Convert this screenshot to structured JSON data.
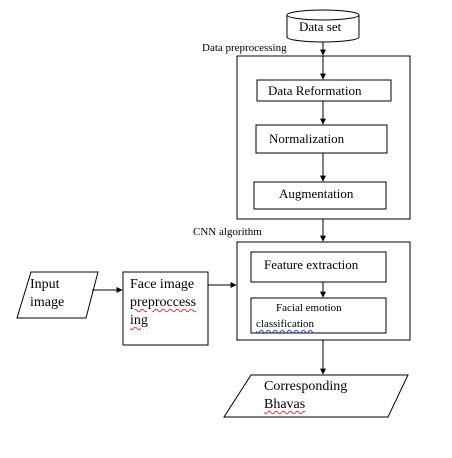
{
  "diagram": {
    "dataset": "Data set",
    "data_preprocessing_label": "Data preprocessing",
    "data_reformation": "Data Reformation",
    "normalization": "Normalization",
    "augmentation": "Augmentation",
    "cnn_algorithm_label": "CNN algorithm",
    "feature_extraction": "Feature extraction",
    "facial_emotion_line1": "Facial  emotion",
    "facial_emotion_line2": "classification",
    "input_image_line1": "Input",
    "input_image_line2": "image",
    "face_preproc_line1": "Face image",
    "face_preproc_line2": "preproccess",
    "face_preproc_line3": "ing",
    "output_line1": "Corresponding",
    "output_line2": "Bhavas"
  },
  "colors": {
    "stroke": "#000000",
    "background": "#ffffff",
    "spellcheck_red": "#d04040",
    "spellcheck_blue": "#3050d0"
  }
}
